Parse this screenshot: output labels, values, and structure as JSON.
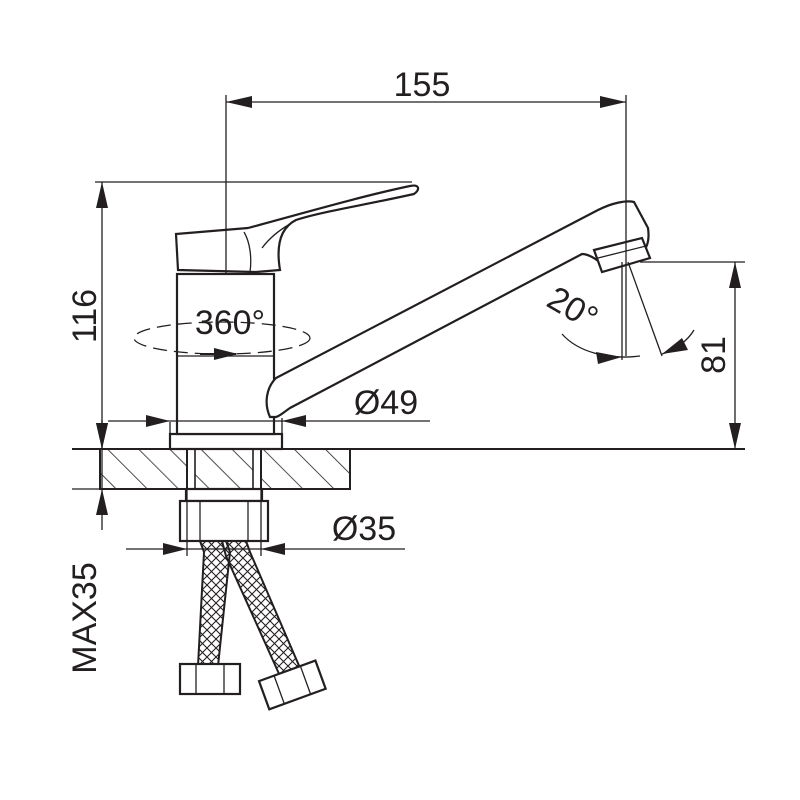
{
  "drawing": {
    "colors": {
      "ink": "#231f20",
      "background": "#ffffff"
    },
    "dimensions": {
      "overall_reach": "155",
      "overall_height": "116",
      "rotation": "360°",
      "spout_tilt": "20°",
      "outlet_height": "81",
      "body_diameter": "Ø49",
      "mount_diameter": "Ø35",
      "max_counter_thickness": "MAX35"
    }
  }
}
